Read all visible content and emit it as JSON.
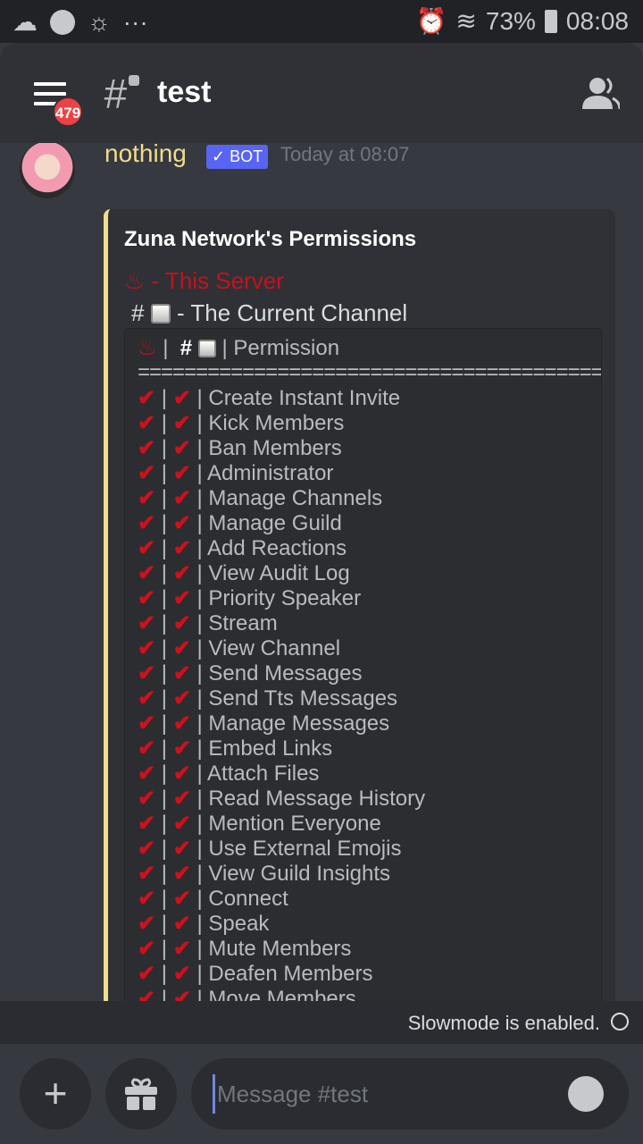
{
  "status_bar": {
    "battery": "73%",
    "time": "08:08",
    "more": "···"
  },
  "header": {
    "channel": "test",
    "unread_badge": "479"
  },
  "message": {
    "author": "nothing",
    "bot_tag": "✓ BOT",
    "timestamp": "Today at 08:07",
    "embed": {
      "title": "Zuna Network's Permissions",
      "legend_server": "♨ - This Server",
      "legend_channel_prefix": "#",
      "legend_channel": "- The Current Channel",
      "code_header_server": "♨",
      "code_header_sep": "|",
      "code_header_hash": "#",
      "code_header_label": "| Permission",
      "separator": "================================================",
      "check": "✔",
      "permissions": [
        "Create Instant Invite",
        "Kick Members",
        "Ban Members",
        "Administrator",
        "Manage Channels",
        "Manage Guild",
        "Add Reactions",
        "View Audit Log",
        "Priority Speaker",
        "Stream",
        "View Channel",
        "Send Messages",
        "Send Tts Messages",
        "Manage Messages",
        "Embed Links",
        "Attach Files",
        "Read Message History",
        "Mention Everyone",
        "Use External Emojis",
        "View Guild Insights",
        "Connect",
        "Speak",
        "Mute Members",
        "Deafen Members",
        "Move Members"
      ]
    }
  },
  "slowmode": {
    "text": "Slowmode is enabled."
  },
  "composer": {
    "placeholder": "Message #test",
    "add": "+"
  }
}
